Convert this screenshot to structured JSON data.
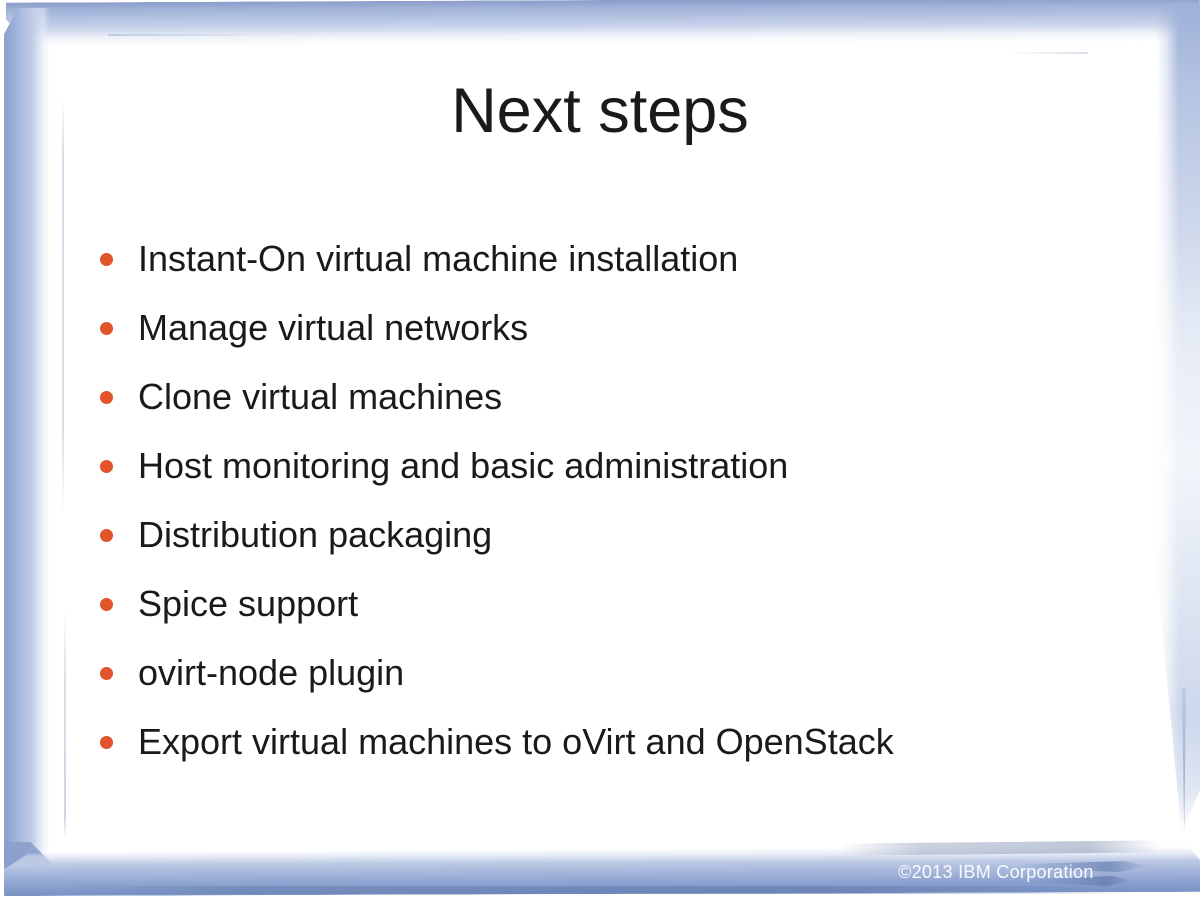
{
  "slide": {
    "title": "Next steps",
    "bullets": [
      "Instant-On virtual machine installation",
      "Manage virtual networks",
      "Clone virtual machines",
      "Host monitoring and basic administration",
      "Distribution packaging",
      "Spice support",
      "ovirt-node plugin",
      "Export virtual machines to oVirt and OpenStack"
    ],
    "footer": "©2013 IBM Corporation",
    "colors": {
      "bullet": "#e2542c",
      "text": "#1a1a1a",
      "footer_text": "#ffffff",
      "border_blue": "#a9bcdf",
      "border_blue_dark": "#7d95c6",
      "border_blue_light": "#ccd6ec"
    }
  }
}
